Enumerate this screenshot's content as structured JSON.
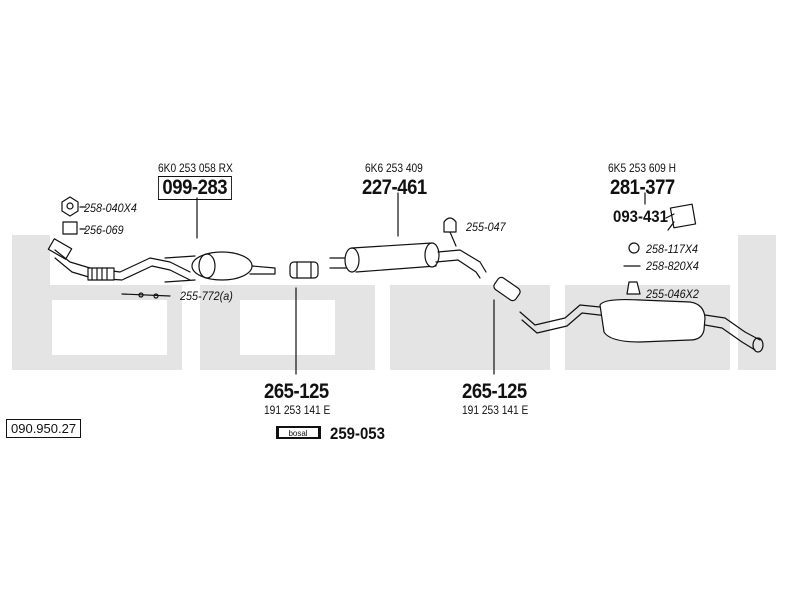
{
  "reference": "090.950.27",
  "brand_text": "bosal",
  "colors": {
    "watermark": "#e4e4e4",
    "line": "#111111"
  },
  "parts": {
    "catalytic": {
      "oem": "6K0 253 058 RX",
      "number": "099-283"
    },
    "middle": {
      "oem": "6K6 253 409",
      "number": "227-461"
    },
    "rear": {
      "oem": "6K5 253 609 H",
      "number": "281-377"
    },
    "rear_bracket": {
      "number": "093-431"
    },
    "clamp_front": {
      "number": "265-125",
      "oem": "191 253 141 E"
    },
    "clamp_rear": {
      "number": "265-125",
      "oem": "191 253 141 E"
    },
    "paste": {
      "number": "259-053"
    }
  },
  "small_parts": {
    "nut": "258-040X4",
    "gasket_front": "256-069",
    "sensor_bolts": "255-772(a)",
    "rubber_mid": "255-047",
    "ring": "258-117X4",
    "bolt": "258-820X4",
    "rubber_rear": "255-046X2"
  }
}
